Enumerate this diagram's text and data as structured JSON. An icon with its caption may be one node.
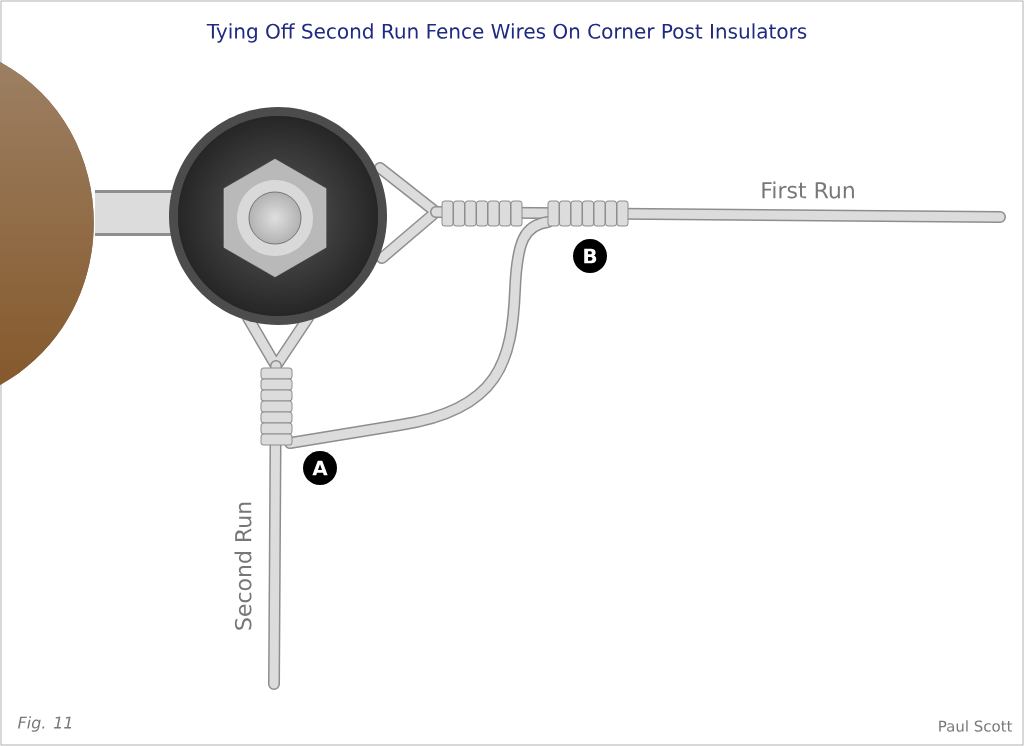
{
  "diagram": {
    "title": "Tying Off Second Run Fence Wires On Corner Post Insulators",
    "labels": [
      "First Run",
      "B",
      "A",
      "Second Run",
      "Fig. 11",
      "Paul Scott"
    ]
  }
}
